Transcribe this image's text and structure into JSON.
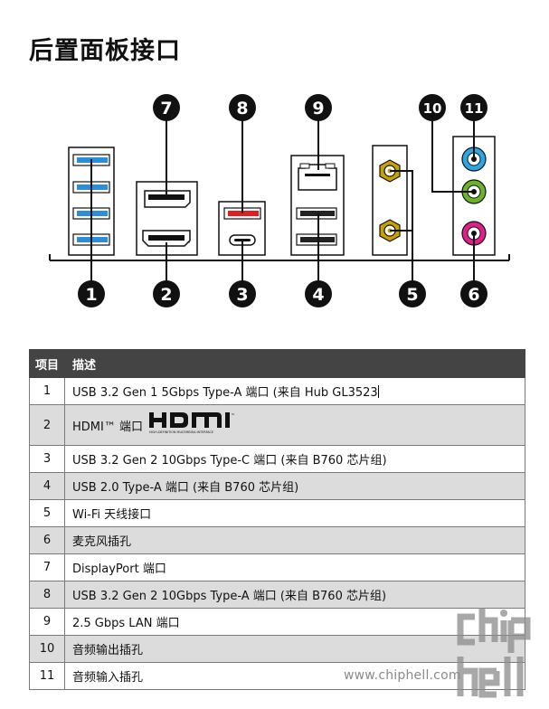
{
  "title": "后置面板接口",
  "callouts": [
    "1",
    "2",
    "3",
    "4",
    "5",
    "6",
    "7",
    "8",
    "9",
    "10",
    "11"
  ],
  "table": {
    "headers": {
      "index": "项目",
      "description": "描述"
    },
    "rows": [
      {
        "index": "1",
        "text": "USB 3.2 Gen 1 5Gbps Type-A 端口 (来自 Hub GL3523"
      },
      {
        "index": "2",
        "text": "HDMI™ 端口"
      },
      {
        "index": "3",
        "text": "USB 3.2 Gen 2 10Gbps Type-C 端口 (来自 B760 芯片组)"
      },
      {
        "index": "4",
        "text": "USB 2.0 Type-A 端口 (来自 B760 芯片组)"
      },
      {
        "index": "5",
        "text": "Wi-Fi 天线接口"
      },
      {
        "index": "6",
        "text": "麦克风插孔"
      },
      {
        "index": "7",
        "text": "DisplayPort 端口"
      },
      {
        "index": "8",
        "text": "USB 3.2 Gen 2 10Gbps Type-A 端口 (来自 B760 芯片组)"
      },
      {
        "index": "9",
        "text": "2.5 Gbps LAN 端口"
      },
      {
        "index": "10",
        "text": "音频输出插孔"
      },
      {
        "index": "11",
        "text": "音频输入插孔"
      }
    ]
  },
  "hdmi_logo": {
    "wordmark": "HDMI",
    "tagline": "HIGH-DEFINITION MULTIMEDIA INTERFACE",
    "tm": "™"
  },
  "watermark": {
    "url": "www.chiphell.com",
    "logo": "chip hell"
  },
  "colors": {
    "usb3_blue": "#2a8fd8",
    "usb_red": "#e02020",
    "audio_blue": "#2aa7e0",
    "audio_green": "#6ab42a",
    "audio_pink": "#e0208a",
    "antenna_gold": "#c8a000",
    "header_bg": "#444444",
    "row_shade": "#dcdcdc"
  }
}
